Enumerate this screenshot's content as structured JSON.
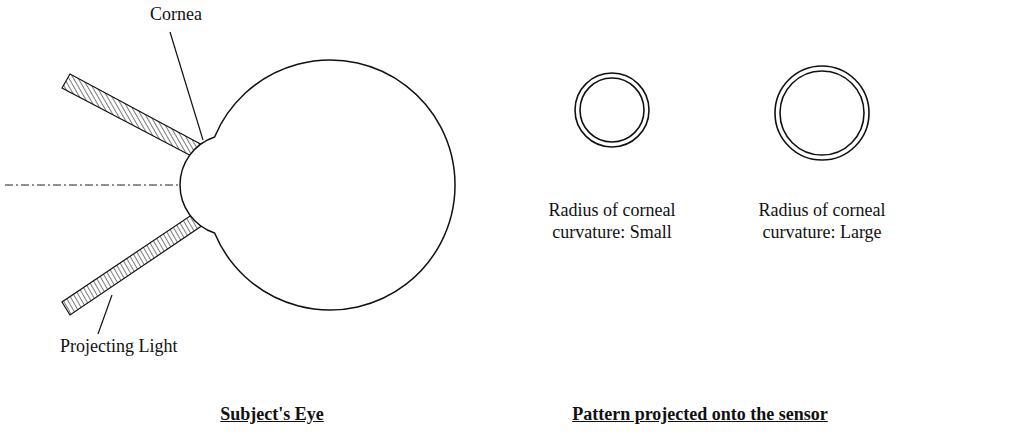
{
  "diagram": {
    "labels": [
      "Cornea",
      "Projecting Light",
      "Radius of corneal curvature: Small",
      "Radius of corneal curvature: Large",
      "Subject's Eye",
      "Pattern projected onto the sensor"
    ]
  }
}
